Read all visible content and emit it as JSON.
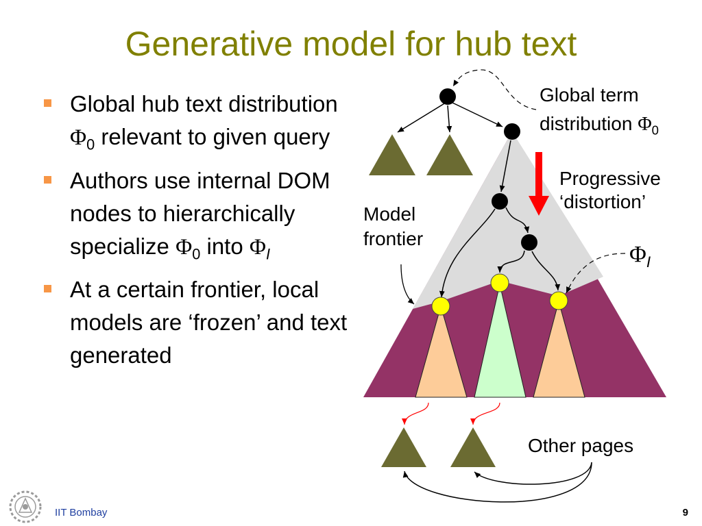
{
  "title": "Generative model for hub text",
  "bullets": [
    {
      "text_a": "Global hub text distribution ",
      "phi": "Φ",
      "sub": "0",
      "text_b": " relevant to given query"
    },
    {
      "text_a": "Authors use internal DOM nodes to hierarchically specialize ",
      "phi": "Φ",
      "sub": "0",
      "text_b": " into ",
      "phi2": "Φ",
      "sub2": "I"
    },
    {
      "text_a": "At a certain frontier, local models are ‘frozen’ and text generated"
    }
  ],
  "diagram": {
    "global_term_line1": "Global term",
    "global_term_line2": "distribution ",
    "global_phi": "Φ",
    "global_sub": "0",
    "progressive_line1": "Progressive",
    "progressive_line2": "‘distortion’",
    "model_line1": "Model",
    "model_line2": "frontier",
    "phi_I": "Φ",
    "phi_I_sub": "I",
    "other_pages": "Other pages"
  },
  "colors": {
    "title": "#808000",
    "bullet_marker": "#f79646",
    "maroon": "#943366",
    "gray": "#dcdcdc",
    "olive_triangle": "#6b6b32",
    "peach": "#fdcc99",
    "mint": "#ccffcc",
    "yellow_node": "#ffff00",
    "red_arrow": "#ff0000"
  },
  "footer": {
    "institution": "IIT Bombay",
    "page": "9"
  },
  "icons": {
    "logo": "iit-bombay-logo-icon"
  }
}
